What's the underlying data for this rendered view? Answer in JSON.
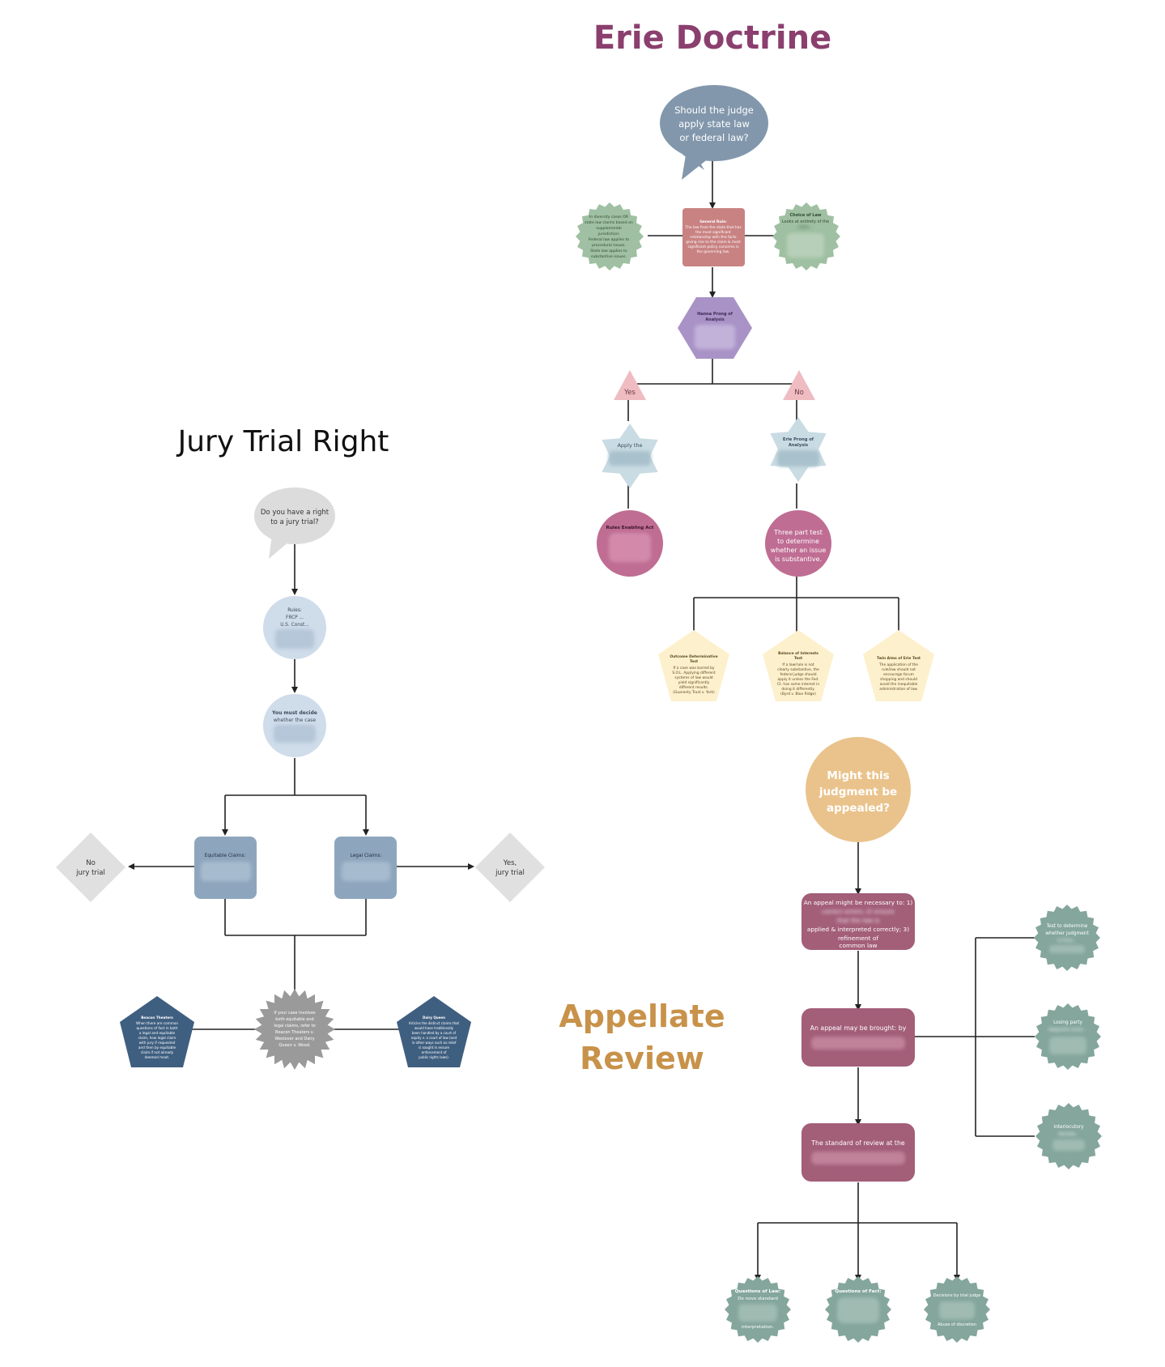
{
  "colors": {
    "erie_title": "#8b3f6e",
    "appellate_title": "#c8924a",
    "slate_bubble": "#8297ac",
    "rose_box": "#c98282",
    "sage_seal": "#9fc0a2",
    "lavender_hex": "#a993c6",
    "pink_triangle": "#efbcc2",
    "pale_star": "#c9dbe3",
    "magenta_circle": "#bf6d93",
    "cream_pentagon": "#fdf0cc",
    "grey_bubble": "#dcdcdc",
    "ice_circle": "#cfdcea",
    "steel_box": "#8ea6bd",
    "grey_diamond": "#e0e0e0",
    "navy_pentagon": "#3f5f80",
    "grey_starburst": "#9a9a9a",
    "gold_circle": "#eac38c",
    "mauve_box": "#a35e78",
    "teal_seal": "#84a69c"
  },
  "erie": {
    "title": "Erie Doctrine",
    "question": [
      "Should the judge",
      "apply state law",
      "or federal law?"
    ],
    "left_seal": [
      "In diversity cases OR",
      "state law claims based on",
      "supplemental",
      "jurisdiction:",
      "Federal law applies to",
      "procedural issues.",
      "State law applies to",
      "substantive issues."
    ],
    "general_rule": {
      "heading": "General Rule:",
      "lines": [
        "The law from the state that has",
        "the most significant",
        "relationship with the facts",
        "giving rise to the claim & most",
        "significant policy concerns is",
        "the governing law."
      ]
    },
    "choice_of_law": {
      "heading": "Choice of Law",
      "lines": [
        "Looks at entirety of the",
        "claim..."
      ]
    },
    "hanna": {
      "heading": [
        "Hanna Prong of",
        "Analysis"
      ]
    },
    "yes": "Yes",
    "no": "No",
    "apply_star": "Apply the",
    "erie_prong": [
      "Erie Prong of",
      "Analysis"
    ],
    "rules_enabling": "Rules Enabling Act",
    "three_part": [
      "Three part test",
      "to determine",
      "whether an issue",
      "is substantive."
    ],
    "outcome": {
      "heading": [
        "Outcome Determinative",
        "Test"
      ],
      "lines": [
        "If a case was barred by",
        "S.O.L. Applying different",
        "systems of law would",
        "yield significantly",
        "different results.",
        "(Guaranty Trust v. York)"
      ]
    },
    "balance": {
      "heading": [
        "Balance of Interests",
        "Test"
      ],
      "lines": [
        "If a law/rule is not",
        "clearly substantive, the",
        "federal judge should",
        "apply it unless the Fed.",
        "Ct. has some interest in",
        "doing it differently.",
        "(Byrd v. Blue Ridge)"
      ]
    },
    "twin_aims": {
      "heading": "Twin Aims of Erie Test",
      "lines": [
        "The application of the",
        "rule/law should not",
        "encourage forum",
        "shopping and should",
        "avoid the inequitable",
        "administration of law."
      ]
    }
  },
  "jury": {
    "title": "Jury Trial Right",
    "question": [
      "Do you have a right",
      "to a jury trial?"
    ],
    "rules": [
      "Rules:",
      "FRCP ...",
      "U.S. Const..."
    ],
    "decide": [
      "You must decide",
      "whether the case"
    ],
    "equitable": "Equitable Claims:",
    "legal": "Legal Claims:",
    "no_jury": [
      "No",
      "jury trial"
    ],
    "yes_jury": [
      "Yes,",
      "jury trial"
    ],
    "beacon": {
      "heading": "Beacon Theaters",
      "lines": [
        "When there are common",
        "questions of fact in both",
        "a legal and equitable",
        "claim, how legal claim",
        "with jury if requested",
        "and then by equitable",
        "claim if not already",
        "deemed moot."
      ]
    },
    "starburst": [
      "If your case involves",
      "both equitable and",
      "legal claims, refer to",
      "Beacon Theaters v.",
      "Westover and Dairy",
      "Queen v. Wood."
    ],
    "dairy": {
      "heading": "Dairy Queen",
      "lines": [
        "Articles the distinct claims that",
        "would have traditionally",
        "been handled by a court of",
        "equity v. a court of law (and",
        "in other ways such as relief",
        "is sought in ensure",
        "enforcement of",
        "public rights laws)."
      ]
    }
  },
  "appellate": {
    "title_line1": "Appellate",
    "title_line2": "Review",
    "question": [
      "Might this",
      "judgment be",
      "appealed?"
    ],
    "box1": [
      "An appeal might be necessary to: 1)",
      "correct errors; 2) ensure",
      "that the law is",
      "applied & interpreted correctly; 3)",
      "refinement of",
      "common law"
    ],
    "box2": "An appeal may be brought: by",
    "box3": "The standard of review at the",
    "seal_final": [
      "Test to determine",
      "whether judgment",
      "is final..."
    ],
    "seal_losing": [
      "Losing party",
      "Requires more..."
    ],
    "seal_interloc": [
      "Interlocutory",
      "Review..."
    ],
    "seal_law": [
      "Questions of Law:",
      "Do novo standard"
    ],
    "seal_law_extra": "interpretation.",
    "seal_fact": "Questions of Fact:",
    "seal_discretion": "Decisions by trial judge",
    "seal_discretion_extra": "Abuse of discretion"
  }
}
